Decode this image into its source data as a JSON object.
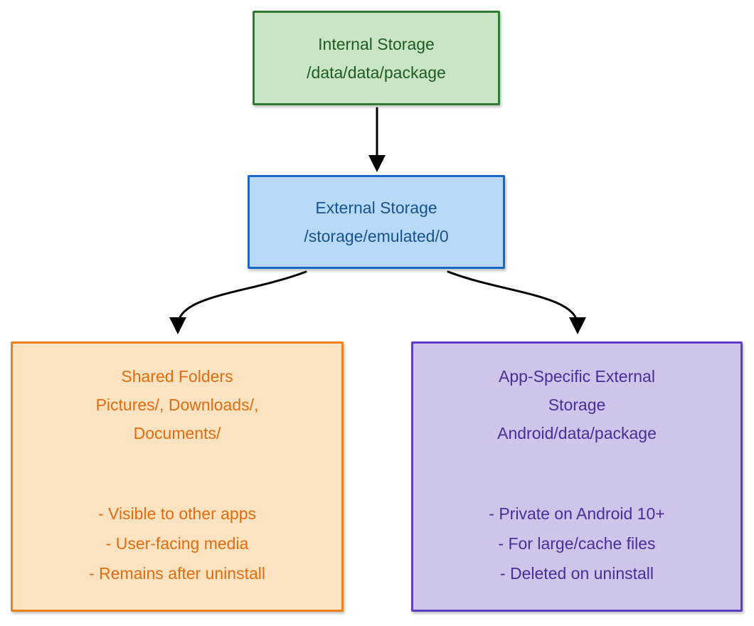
{
  "colors": {
    "background": "#ffffff",
    "arrow": "#000000"
  },
  "nodes": {
    "internal": {
      "title": "Internal Storage",
      "path": "/data/data/package",
      "fill": "#c9e5c5",
      "border": "#2f7d31",
      "text": "#1e5b25"
    },
    "external": {
      "title": "External Storage",
      "path": "/storage/emulated/0",
      "fill": "#b9d9f8",
      "border": "#1869c5",
      "text": "#15538f"
    },
    "shared": {
      "title": "Shared Folders",
      "path": "Pictures/, Downloads/, Documents/",
      "bullet1": "- Visible to other apps",
      "bullet2": "- User-facing media",
      "bullet3": "- Remains after uninstall",
      "fill": "#fbe3c2",
      "border": "#ec821e",
      "text": "#e56c0e"
    },
    "app_specific": {
      "title": "App-Specific External Storage",
      "path": "Android/data/package",
      "bullet1": "- Private on Android 10+",
      "bullet2": "- For large/cache files",
      "bullet3": "- Deleted on uninstall",
      "fill": "#cfc5ea",
      "border": "#5f3dc4",
      "text": "#4a2c9b"
    }
  }
}
